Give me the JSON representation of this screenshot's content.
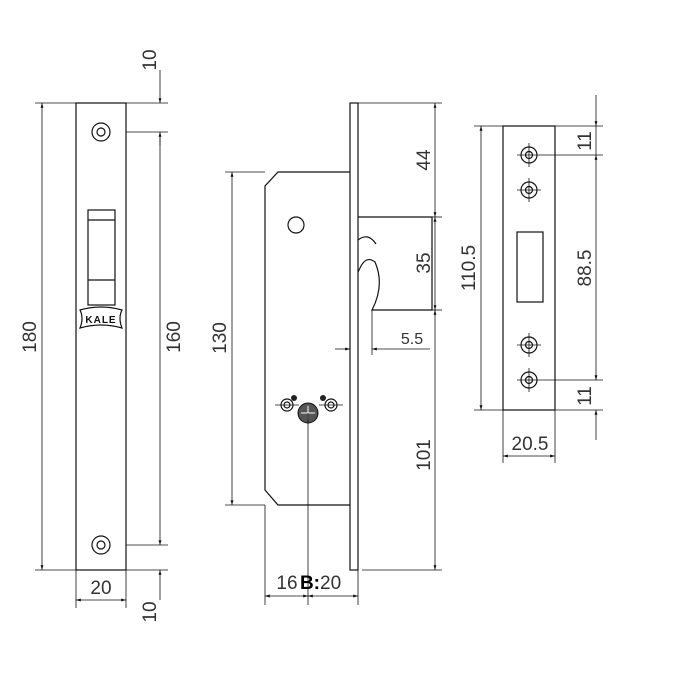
{
  "left_view": {
    "height": "180",
    "hole_spacing": "160",
    "top_offset": "10",
    "bottom_offset": "10",
    "width": "20",
    "logo": "KALE"
  },
  "middle_view": {
    "body_height": "130",
    "top_to_latch": "44",
    "latch_height": "35",
    "latch_to_bottom": "101",
    "latch_projection": "5.5",
    "backset_left": "16",
    "backset_label": "B:",
    "backset_value": "20"
  },
  "right_view": {
    "height": "110.5",
    "hole_spacing": "88.5",
    "top_offset": "11",
    "bottom_offset": "11",
    "width": "20.5"
  }
}
